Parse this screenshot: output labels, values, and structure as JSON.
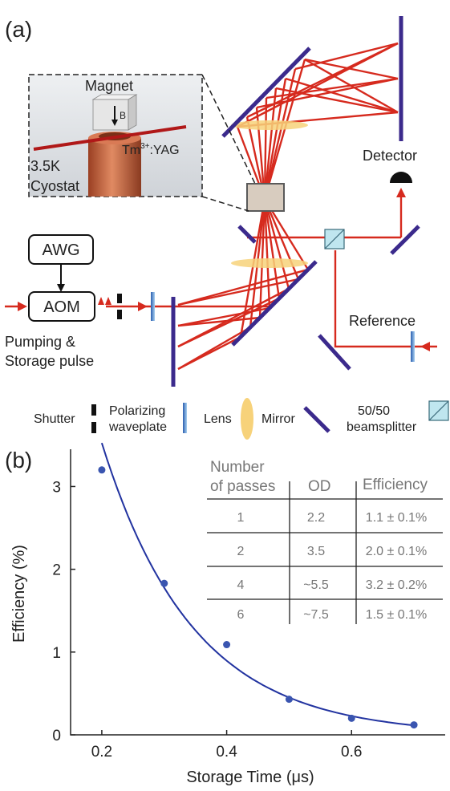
{
  "panel_a": {
    "label": "(a)",
    "inset": {
      "magnet": "Magnet",
      "field": "B",
      "crystal_pre": "Tm",
      "crystal_sup": "3+",
      "crystal_post": ":YAG",
      "temp": "3.5K",
      "cryostat": "Cyostat"
    },
    "awg": "AWG",
    "aom": "AOM",
    "pulse_line1": "Pumping &",
    "pulse_line2": "Storage pulse",
    "detector": "Detector",
    "reference": "Reference",
    "legend": {
      "shutter": "Shutter",
      "waveplate_line1": "Polarizing",
      "waveplate_line2": "waveplate",
      "lens": "Lens",
      "mirror": "Mirror",
      "bs_line1": "50/50",
      "bs_line2": "beamsplitter"
    },
    "colors": {
      "beam": "#d62a1e",
      "mirror": "#3b2a8c",
      "lens": "#f7d27a",
      "crystal": "#d8ccbf",
      "beamsplitter": "#bfe6ef",
      "cryostat": "#c8623e"
    }
  },
  "panel_b": {
    "label": "(b)",
    "table": {
      "headers": [
        "Number",
        "of passes",
        "OD",
        "Efficiency"
      ],
      "rows": [
        [
          "1",
          "2.2",
          "1.1 ± 0.1%"
        ],
        [
          "2",
          "3.5",
          "2.0 ± 0.1%"
        ],
        [
          "4",
          "~5.5",
          "3.2 ± 0.2%"
        ],
        [
          "6",
          "~7.5",
          "1.5 ± 0.1%"
        ]
      ]
    }
  },
  "chart_data": {
    "type": "scatter",
    "xlabel": "Storage Time (μs)",
    "ylabel": "Efficiency (%)",
    "xlim": [
      0.15,
      0.75
    ],
    "ylim": [
      0,
      3.45
    ],
    "xticks": [
      0.2,
      0.4,
      0.6
    ],
    "yticks": [
      0,
      1,
      2,
      3
    ],
    "series": [
      {
        "x": [
          0.2,
          0.3,
          0.4,
          0.5,
          0.6,
          0.7
        ],
        "y": [
          3.2,
          1.83,
          1.09,
          0.43,
          0.2,
          0.12
        ],
        "color": "#3a55b0"
      }
    ],
    "fit": {
      "type": "exponential",
      "color": "#2233a0"
    },
    "grid": false
  }
}
